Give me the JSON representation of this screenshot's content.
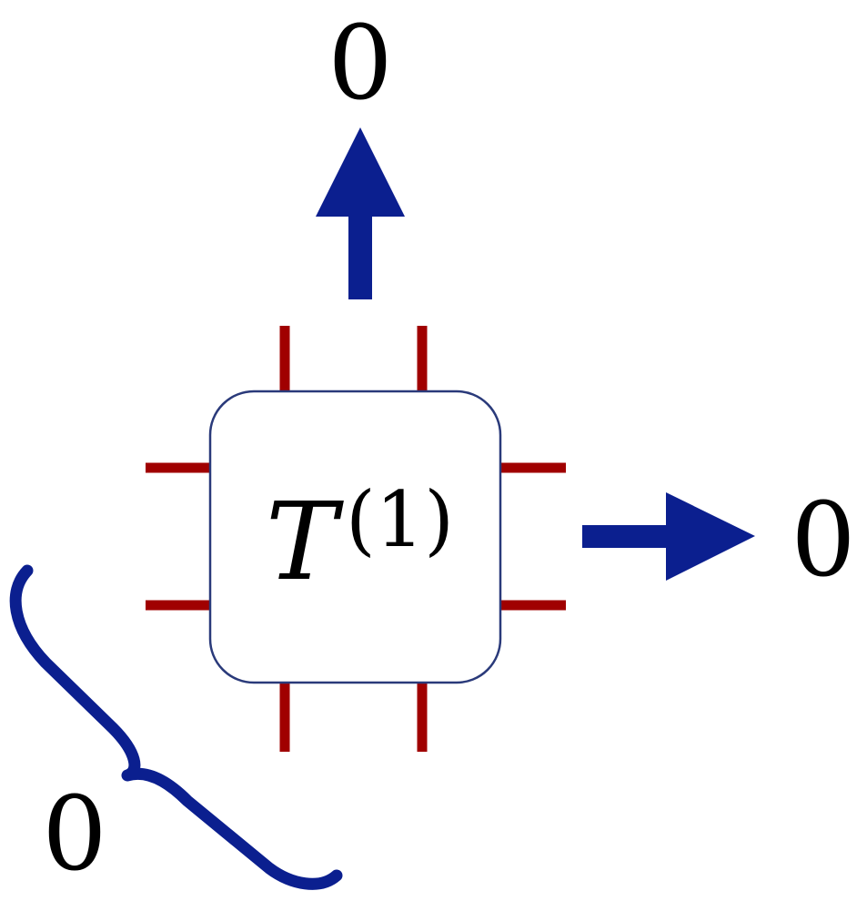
{
  "tensor": {
    "symbol": "T",
    "superscript": "(1)",
    "fill_color": "#ffffff",
    "border_color": "#2a3a7a"
  },
  "legs": {
    "color": "#a00000",
    "count_per_side": 2
  },
  "arrows": {
    "color": "#0b1f8f",
    "up_label": "0",
    "right_label": "0"
  },
  "brace": {
    "color": "#0b1f8f",
    "label": "0"
  }
}
